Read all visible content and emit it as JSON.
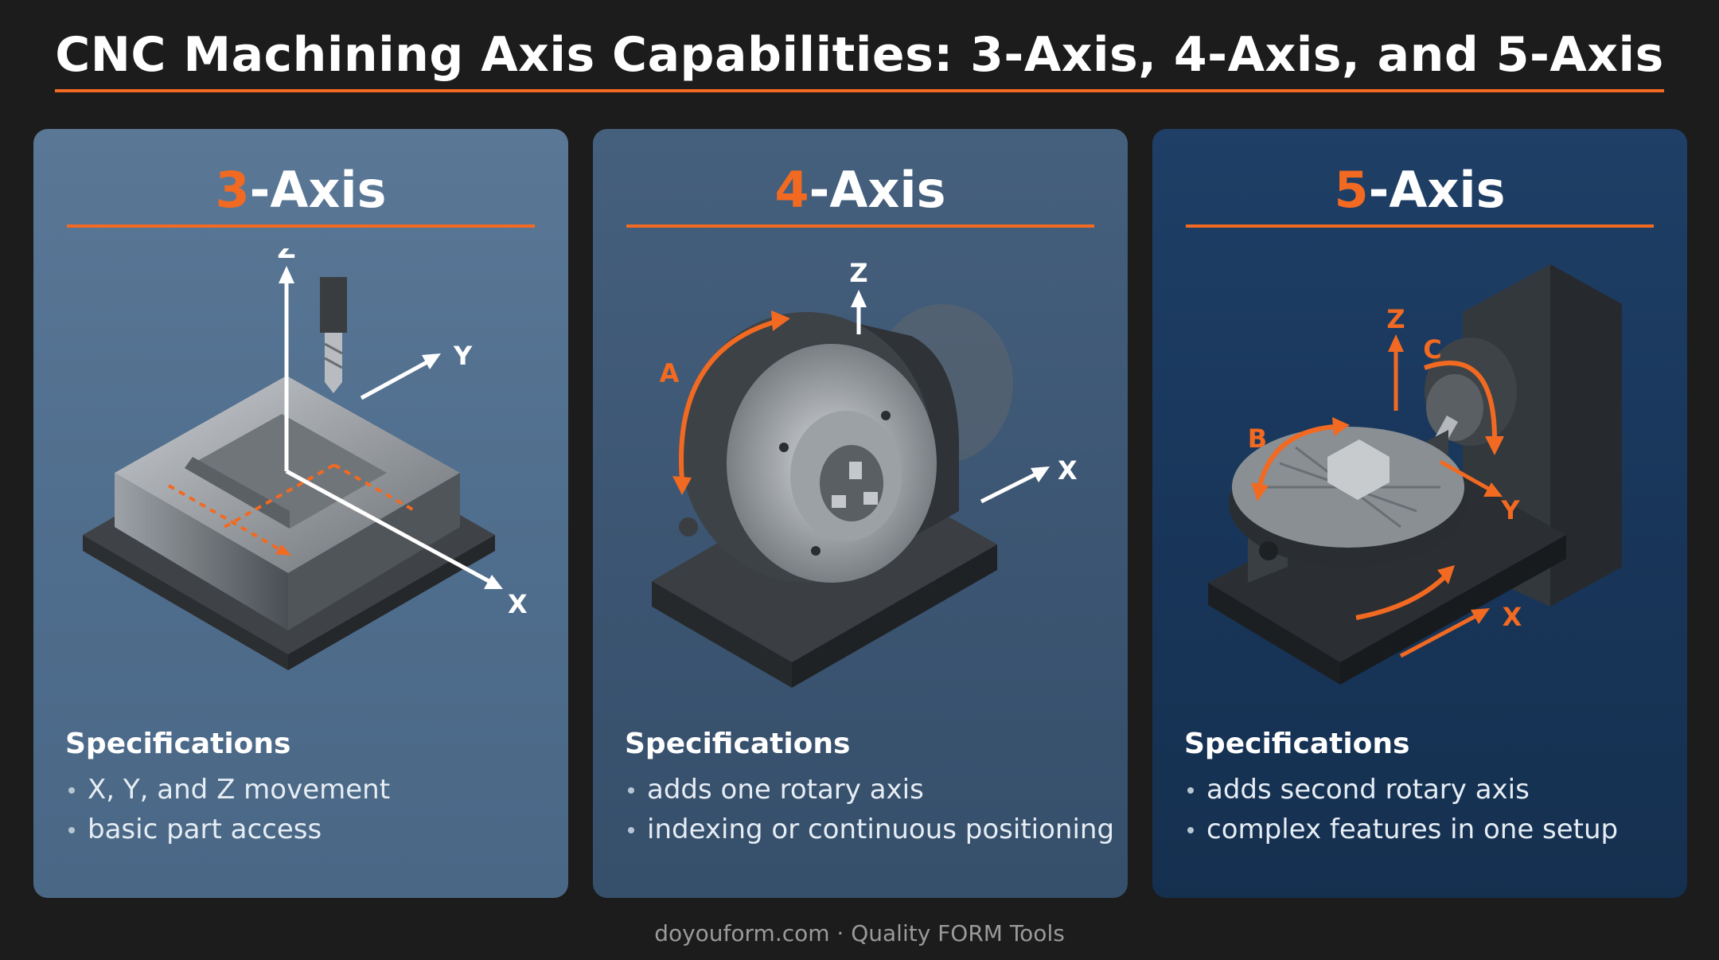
{
  "title": "CNC Machining Axis Capabilities: 3-Axis, 4-Axis, and 5-Axis",
  "colors": {
    "accent": "#f26a21",
    "background": "#1c1c1c"
  },
  "panels": [
    {
      "num": "3",
      "suffix": "-Axis",
      "axis_labels": {
        "z": "Z",
        "y": "Y",
        "x": "X"
      },
      "specs_title": "Specifications",
      "specs": [
        "X, Y, and Z movement",
        "basic part access"
      ]
    },
    {
      "num": "4",
      "suffix": "-Axis",
      "axis_labels": {
        "z": "Z",
        "x": "X",
        "a": "A"
      },
      "specs_title": "Specifications",
      "specs": [
        "adds one rotary axis",
        "indexing or continuous positioning"
      ]
    },
    {
      "num": "5",
      "suffix": "-Axis",
      "axis_labels": {
        "z": "Z",
        "c": "C",
        "b": "B",
        "y": "Y",
        "x": "X"
      },
      "specs_title": "Specifications",
      "specs": [
        "adds second rotary axis",
        "complex features in one setup"
      ]
    }
  ],
  "footer": "doyouform.com · Quality FORM Tools"
}
